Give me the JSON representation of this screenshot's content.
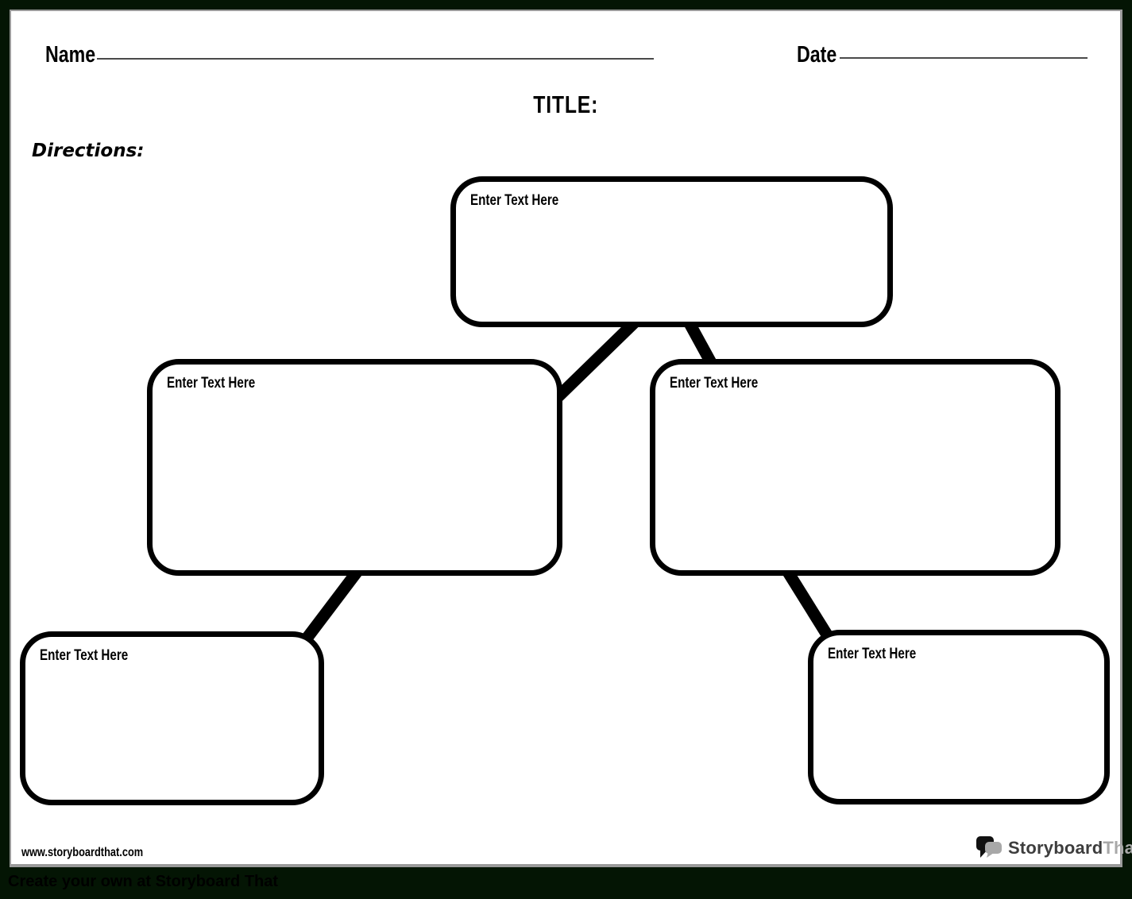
{
  "header": {
    "name_label": "Name",
    "date_label": "Date",
    "title": "TITLE:",
    "directions_label": "Directions:"
  },
  "boxes": [
    {
      "position": "top",
      "placeholder": "Enter Text Here"
    },
    {
      "position": "middle-left",
      "placeholder": "Enter Text Here"
    },
    {
      "position": "middle-right",
      "placeholder": "Enter Text Here"
    },
    {
      "position": "bottom-left",
      "placeholder": "Enter Text Here"
    },
    {
      "position": "bottom-right",
      "placeholder": "Enter Text Here"
    }
  ],
  "footer": {
    "website_url": "www.storyboardthat.com",
    "logo": {
      "primary": "Storyboard",
      "secondary": "That"
    },
    "watermark": "Create your own at Storyboard That"
  },
  "colors": {
    "page_background": "#041504",
    "paper": "#ffffff",
    "ink": "#000000",
    "logo_primary": "#3d3d3d",
    "logo_secondary": "#a8a8a8"
  }
}
